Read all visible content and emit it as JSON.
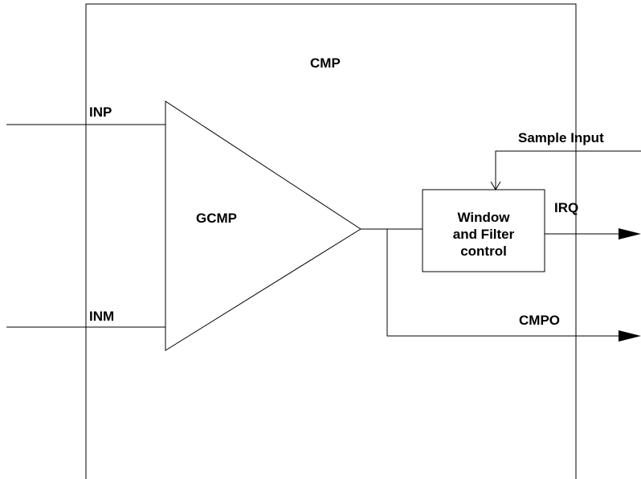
{
  "block": {
    "title": "CMP"
  },
  "comparator": {
    "label": "GCMP"
  },
  "inputs": {
    "positive": "INP",
    "negative": "INM"
  },
  "sample_input": {
    "label": "Sample Input"
  },
  "window_filter": {
    "line1": "Window",
    "line2": "and Filter",
    "line3": "control"
  },
  "outputs": {
    "irq": "IRQ",
    "cmpo": "CMPO"
  }
}
